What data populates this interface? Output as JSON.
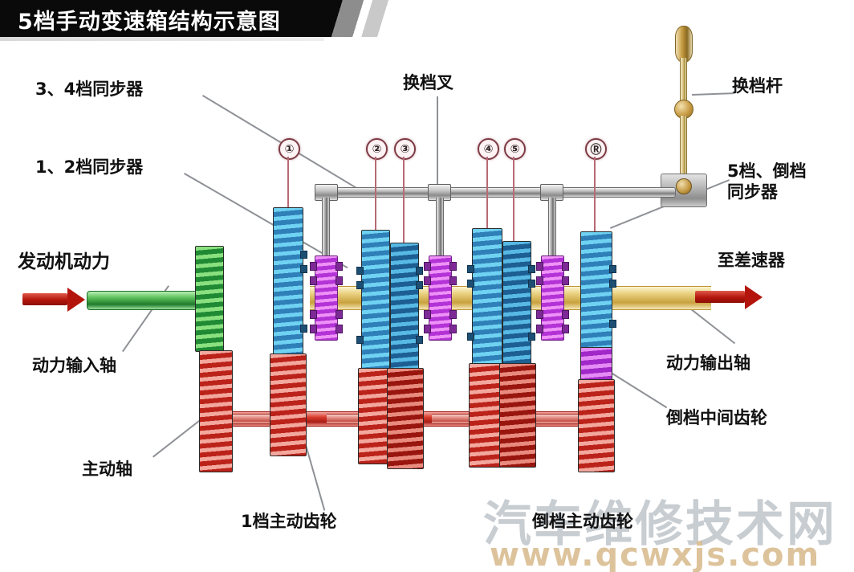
{
  "banner": {
    "title": "5档手动变速箱结构示意图"
  },
  "labels": {
    "sync_34": "3、4档同步器",
    "sync_12": "1、2档同步器",
    "shift_fork": "换档叉",
    "shift_lever": "换档杆",
    "sync_5_reverse": "5档、倒档\n同步器",
    "engine_power": "发动机动力",
    "input_shaft": "动力输入轴",
    "drive_shaft": "主动轴",
    "first_gear_drive": "1档主动齿轮",
    "to_differential": "至差速器",
    "output_shaft": "动力输出轴",
    "reverse_idler_gear": "倒档中间齿轮",
    "reverse_drive_gear": "倒档主动齿轮"
  },
  "gear_markers": [
    {
      "id": "1",
      "symbol": "①"
    },
    {
      "id": "2",
      "symbol": "②"
    },
    {
      "id": "3",
      "symbol": "③"
    },
    {
      "id": "4",
      "symbol": "④"
    },
    {
      "id": "5",
      "symbol": "⑤"
    },
    {
      "id": "R",
      "symbol": "Ⓡ"
    }
  ],
  "watermark": {
    "site_name": "汽车维修技术网",
    "url": "www.qcwxjs.com"
  },
  "colors": {
    "banner_bg": "#0a0a0a",
    "banner_text": "#ffffff",
    "driven_gear_blue": "#2f7fb8",
    "drive_gear_red": "#bb231a",
    "synchronizer_magenta": "#b333d6",
    "input_shaft_green": "#1f8a33",
    "output_shaft_gold": "#c9a23e",
    "arrow_red": "#b3150c",
    "leader_line_gray": "#8e9196",
    "marker_ring": "#7d3b44"
  }
}
